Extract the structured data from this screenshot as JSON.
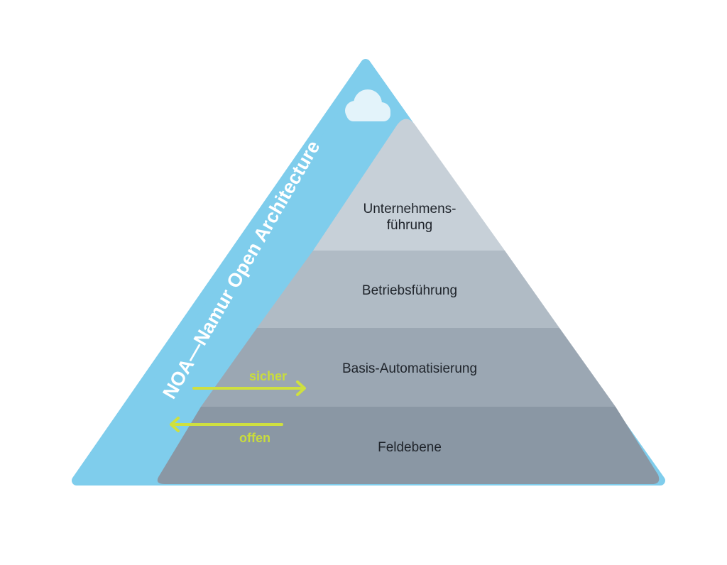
{
  "title": "NOA—Namur Open Architecture",
  "levels": [
    {
      "label": "Unternehmens-",
      "label2": "führung"
    },
    {
      "label": "Betriebsführung"
    },
    {
      "label": "Basis-Automatisierung"
    },
    {
      "label": "Feldebene"
    }
  ],
  "flows": {
    "secure": "sicher",
    "open": "offen"
  },
  "icons": {
    "cloud": "cloud-icon"
  },
  "colors": {
    "noa_band": "#7fcdec",
    "cloud": "#e3f3fa",
    "level_1": "#c7d0d8",
    "level_2": "#b0bbc5",
    "level_3": "#9ba7b3",
    "level_4": "#8a97a4",
    "arrow": "#cfe03f",
    "label_text": "#1f242b"
  }
}
